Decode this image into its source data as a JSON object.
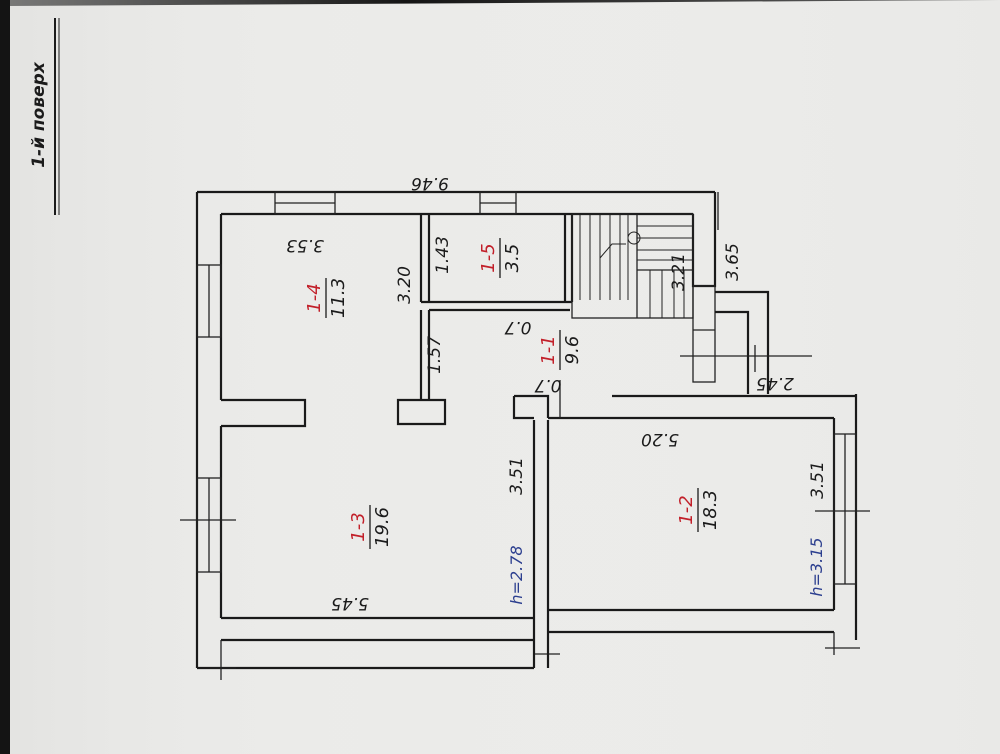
{
  "sheet_title": "1-й поверх",
  "colors": {
    "paper": "#ebebe9",
    "ink": "#1b1b1b",
    "red": "#c2202a",
    "blue": "#2c3f8f",
    "border": "#141414"
  },
  "dimensions": {
    "overall_length": "9.46",
    "room4_width": "3.53",
    "room4_depth": "3.20",
    "room5_width": "1.43",
    "stair_width": "3.21",
    "stair_outer": "3.65",
    "corridor_width": "1.57",
    "door_1": "0.7",
    "door_2": "0.7",
    "room2_length": "5.20",
    "entry_width": "2.45",
    "room3_width": "3.51",
    "room2_width": "3.51",
    "room3_length": "5.45"
  },
  "rooms": {
    "room1": {
      "number": "1-1",
      "area": "9.6"
    },
    "room2": {
      "number": "1-2",
      "area": "18.3",
      "height": "h=3.15"
    },
    "room3": {
      "number": "1-3",
      "area": "19.6",
      "height": "h=2.78"
    },
    "room4": {
      "number": "1-4",
      "area": "11.3"
    },
    "room5": {
      "number": "1-5",
      "area": "3.5"
    }
  }
}
